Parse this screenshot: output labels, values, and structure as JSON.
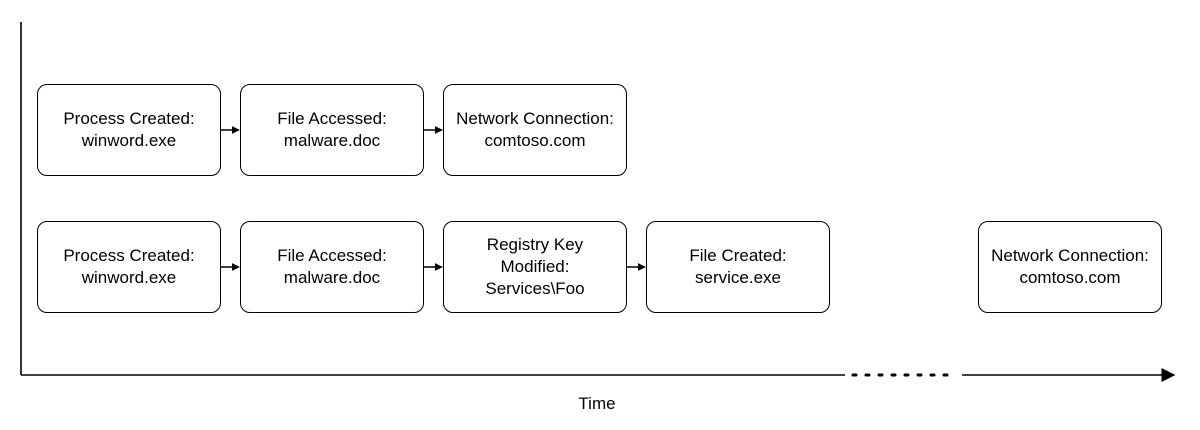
{
  "rows": [
    {
      "nodes": [
        {
          "label": "Process Created:\nwinword.exe"
        },
        {
          "label": "File Accessed:\nmalware.doc"
        },
        {
          "label": "Network Connection:\ncomtoso.com"
        }
      ]
    },
    {
      "nodes": [
        {
          "label": "Process Created:\nwinword.exe"
        },
        {
          "label": "File Accessed:\nmalware.doc"
        },
        {
          "label": "Registry Key\nModified:\nServices\\Foo"
        },
        {
          "label": "File Created:\nservice.exe"
        },
        {
          "label": "Network Connection:\ncomtoso.com"
        }
      ]
    }
  ],
  "axis": {
    "label": "Time"
  },
  "colors": {
    "stroke": "#000000",
    "background": "#ffffff"
  }
}
